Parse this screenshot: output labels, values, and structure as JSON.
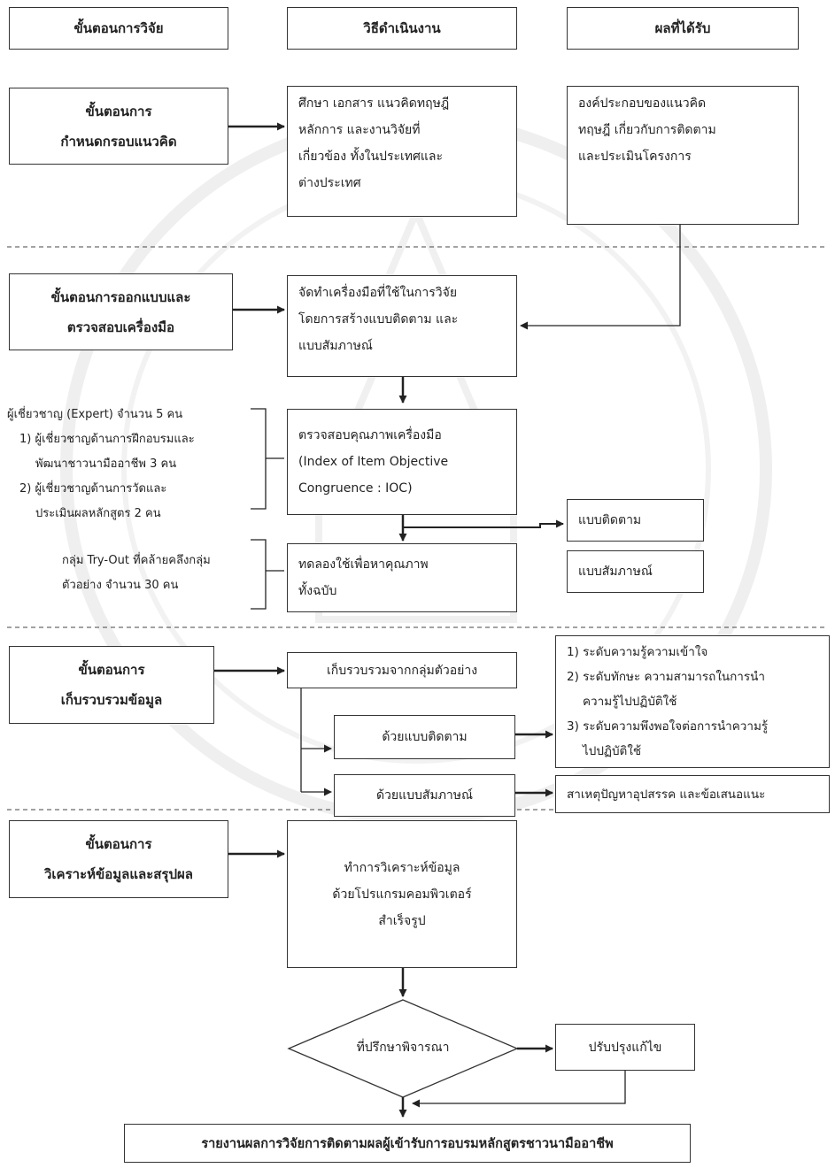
{
  "headers": {
    "steps": "ขั้นตอนการวิจัย",
    "methods": "วิธีดำเนินงาน",
    "results": "ผลที่ได้รับ"
  },
  "phase1": {
    "stage": [
      "ขั้นตอนการ",
      "กำหนดกรอบแนวคิด"
    ],
    "method": [
      "ศึกษา เอกสาร แนวคิดทฤษฎี",
      "หลักการ และงานวิจัยที่",
      "เกี่ยวข้อง ทั้งในประเทศและ",
      "ต่างประเทศ"
    ],
    "result": [
      "องค์ประกอบของแนวคิด",
      "ทฤษฎี เกี่ยวกับการติดตาม",
      "และประเมินโครงการ"
    ]
  },
  "phase2": {
    "stage": [
      "ขั้นตอนการออกแบบและ",
      "ตรวจสอบเครื่องมือ"
    ],
    "method": [
      "จัดทำเครื่องมือที่ใช้ในการวิจัย",
      "โดยการสร้างแบบติดตาม และ",
      "แบบสัมภาษณ์"
    ],
    "expert_note": [
      "ผู้เชี่ยวชาญ (Expert) จำนวน 5 คน",
      "1) ผู้เชี่ยวชาญด้านการฝึกอบรมและ",
      "พัฒนาชาวนามืออาชีพ 3 คน",
      "2) ผู้เชี่ยวชาญด้านการวัดและ",
      "ประเมินผลหลักสูตร 2 คน"
    ],
    "check": [
      "ตรวจสอบคุณภาพเครื่องมือ",
      "(Index of Item Objective",
      "Congruence : IOC)"
    ],
    "tryout_note": [
      "กลุ่ม Try-Out ที่คล้ายคลึงกลุ่ม",
      "ตัวอย่าง จำนวน 30 คน"
    ],
    "trial": [
      "ทดลองใช้เพื่อหาคุณภาพ",
      "ทั้งฉบับ"
    ],
    "out_follow": "แบบติดตาม",
    "out_interview": "แบบสัมภาษณ์"
  },
  "phase3": {
    "stage": [
      "ขั้นตอนการ",
      "เก็บรวบรวมข้อมูล"
    ],
    "collect": "เก็บรวบรวมจากกลุ่มตัวอย่าง",
    "by_follow": "ด้วยแบบติดตาม",
    "by_interview": "ด้วยแบบสัมภาษณ์",
    "result_levels": [
      "1) ระดับความรู้ความเข้าใจ",
      "2) ระดับทักษะ ความสามารถในการนำ",
      "ความรู้ไปปฏิบัติใช้",
      "3) ระดับความพึงพอใจต่อการนำความรู้",
      "ไปปฏิบัติใช้"
    ],
    "result_interview": "สาเหตุปัญหาอุปสรรค และข้อเสนอแนะ"
  },
  "phase4": {
    "stage": [
      "ขั้นตอนการ",
      "วิเคราะห์ข้อมูลและสรุปผล"
    ],
    "analysis": [
      "ทำการวิเคราะห์ข้อมูล",
      "ด้วยโปรแกรมคอมพิวเตอร์",
      "สำเร็จรูป"
    ],
    "decision": "ที่ปรึกษาพิจารณา",
    "revise": "ปรับปรุงแก้ไข",
    "final": "รายงานผลการวิจัยการติดตามผลผู้เข้ารับการอบรมหลักสูตรชาวนามืออาชีพ"
  }
}
